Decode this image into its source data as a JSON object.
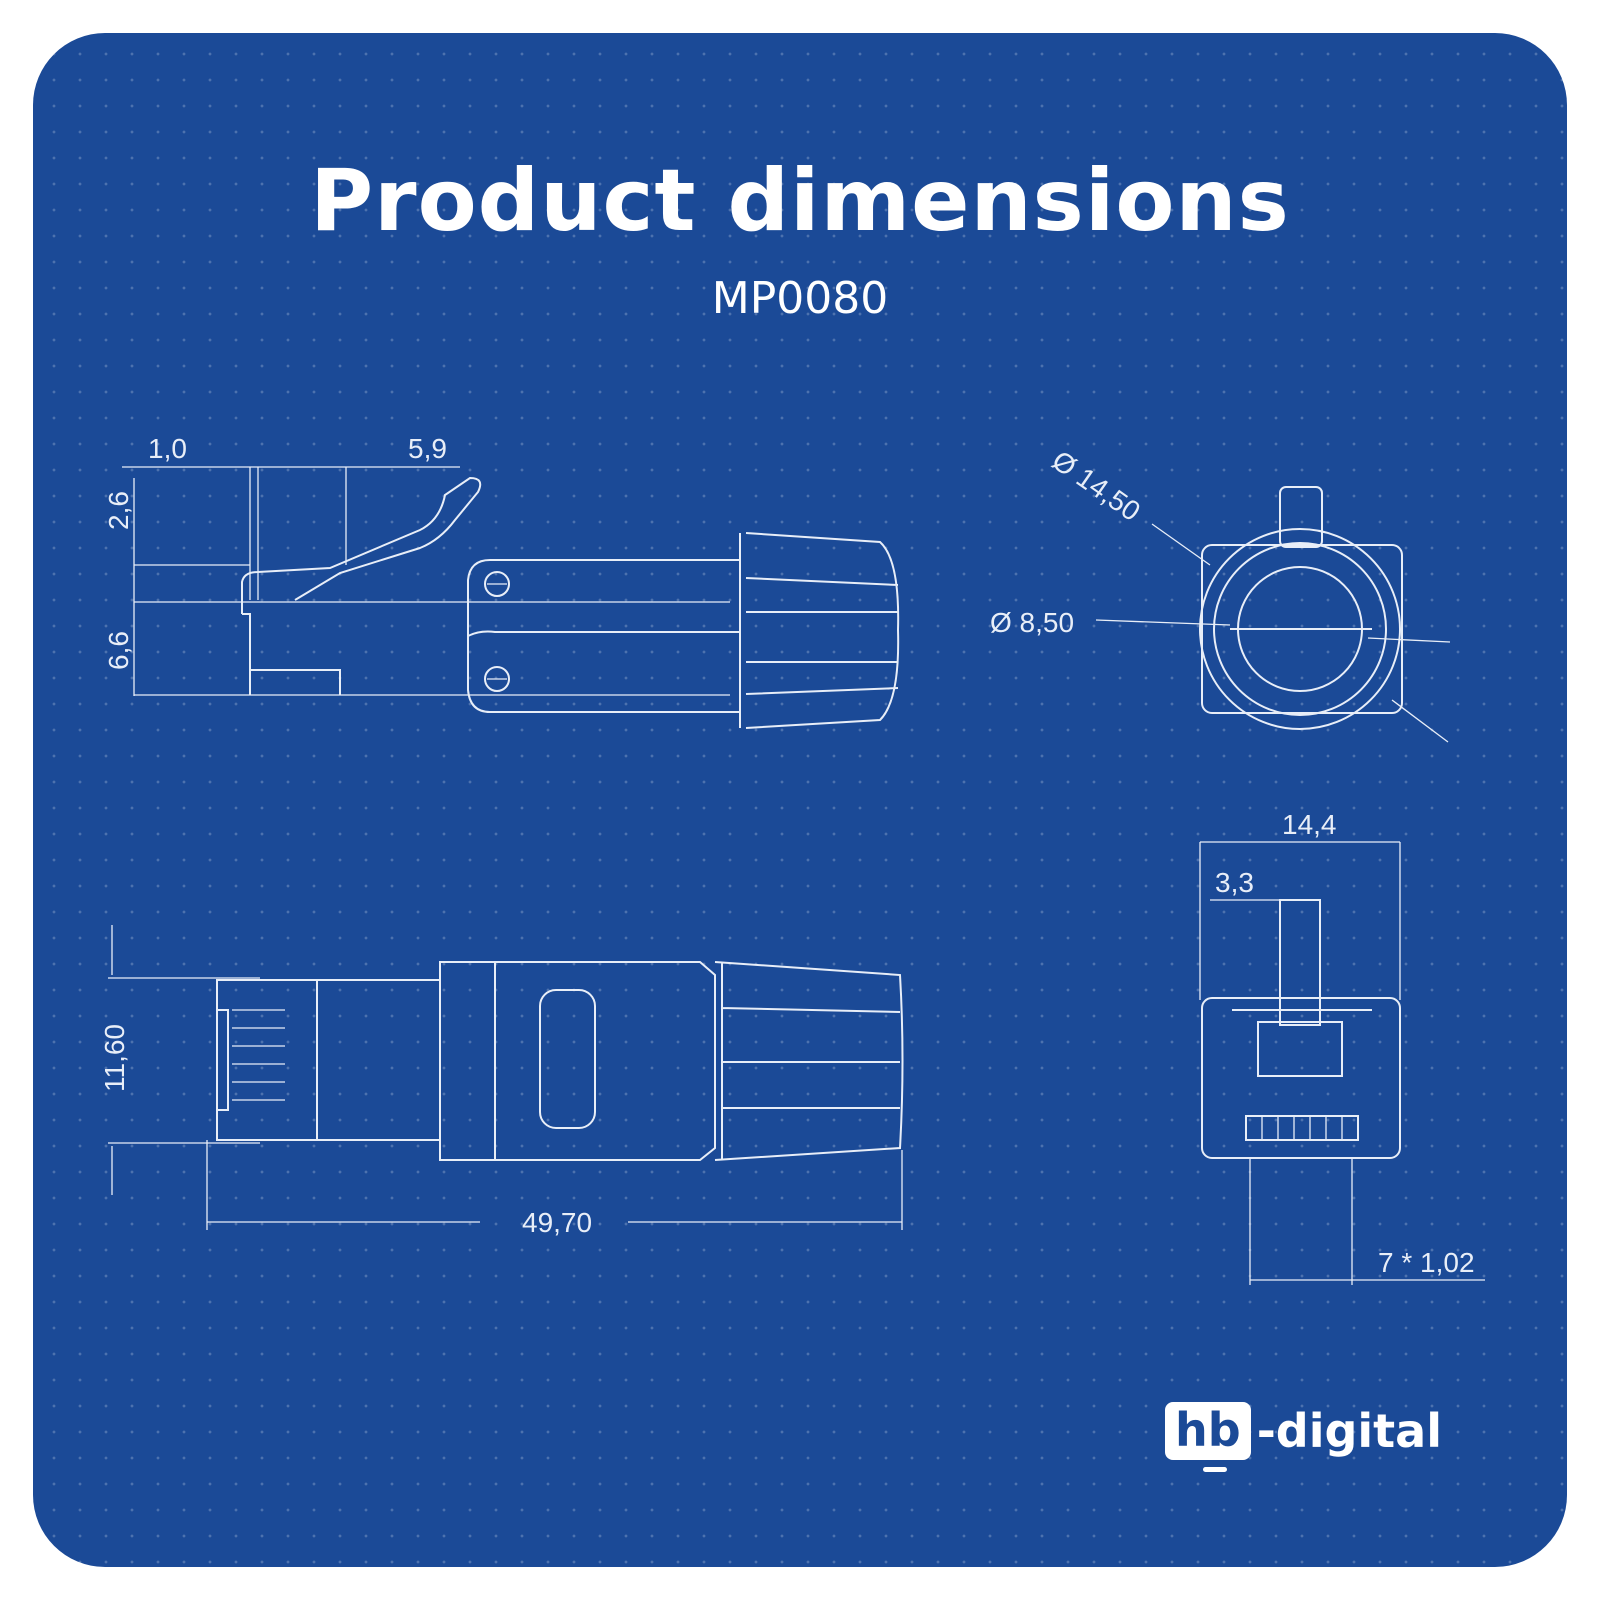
{
  "header": {
    "title": "Product dimensions",
    "model": "MP0080"
  },
  "dimensions": {
    "side_top_a": "1,0",
    "side_top_b": "5,9",
    "side_height_a": "2,6",
    "side_height_b": "6,6",
    "outer_diameter": "Ø 14,50",
    "inner_diameter": "Ø 8,50",
    "plan_height": "11,60",
    "plan_length": "49,70",
    "front_width": "14,4",
    "front_latch": "3,3",
    "pin_pitch": "7 * 1,02"
  },
  "brand": {
    "box": "hb",
    "text": "-digital"
  },
  "colors": {
    "background": "#1b4a97",
    "line": "#e8eef8"
  }
}
